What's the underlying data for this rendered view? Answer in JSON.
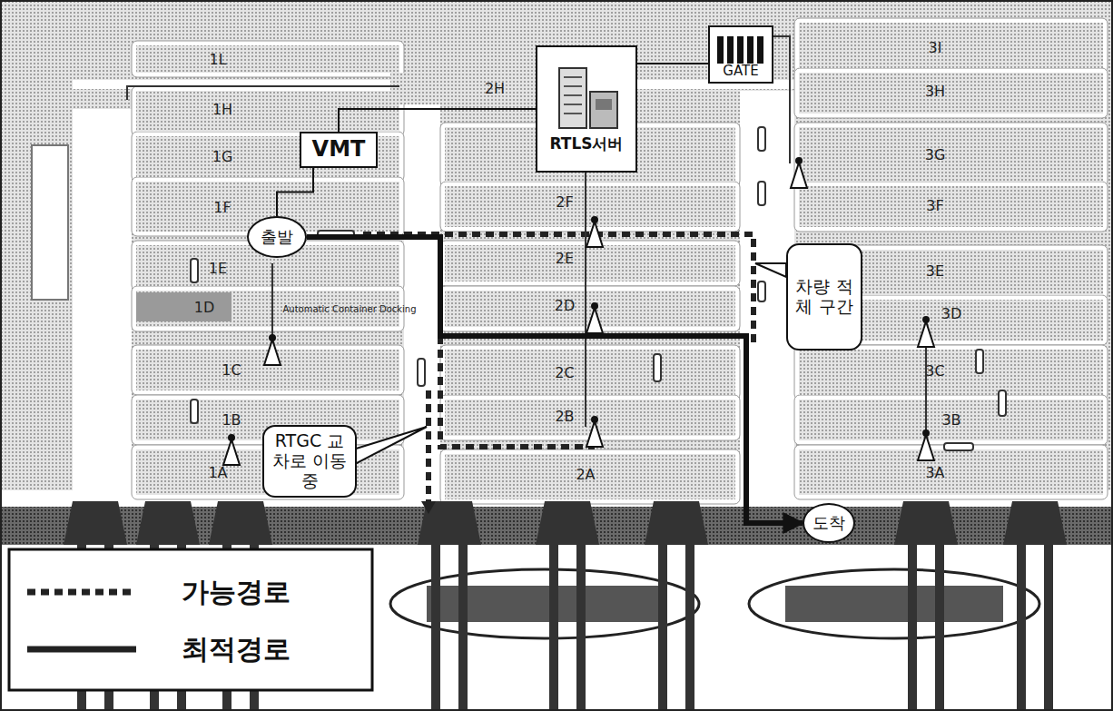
{
  "diagram": {
    "nodes": [
      {
        "text": [
          "GATE"
        ]
      },
      {
        "text": [
          "RTLS서버"
        ]
      },
      {
        "text": [
          "VMT"
        ]
      },
      {
        "text": [
          "출발"
        ]
      },
      {
        "text": [
          "차량 적체 구간"
        ]
      },
      {
        "text": [
          "RTGC 교차로 이동중"
        ]
      },
      {
        "text": [
          "도착"
        ]
      }
    ],
    "edges": [
      {
        "from": 1,
        "to": 2,
        "arrow": "none"
      },
      {
        "from": 1,
        "to": 0,
        "arrow": "none"
      },
      {
        "from": 2,
        "to": 3,
        "arrow": "none"
      },
      {
        "from": 3,
        "to": 6,
        "arrow": "to"
      }
    ],
    "labels": [
      "1L",
      "1H",
      "1G",
      "1F",
      "1E",
      "1D",
      "Automatic Container Docking",
      "1C",
      "1B",
      "1A",
      "2H",
      "2F",
      "2E",
      "2D",
      "2C",
      "2B",
      "2A",
      "3I",
      "3H",
      "3G",
      "3F",
      "3E",
      "3D",
      "3C",
      "3B",
      "3A"
    ],
    "legend": [
      {
        "text": "가능경로"
      },
      {
        "text": "최적경로"
      }
    ]
  }
}
